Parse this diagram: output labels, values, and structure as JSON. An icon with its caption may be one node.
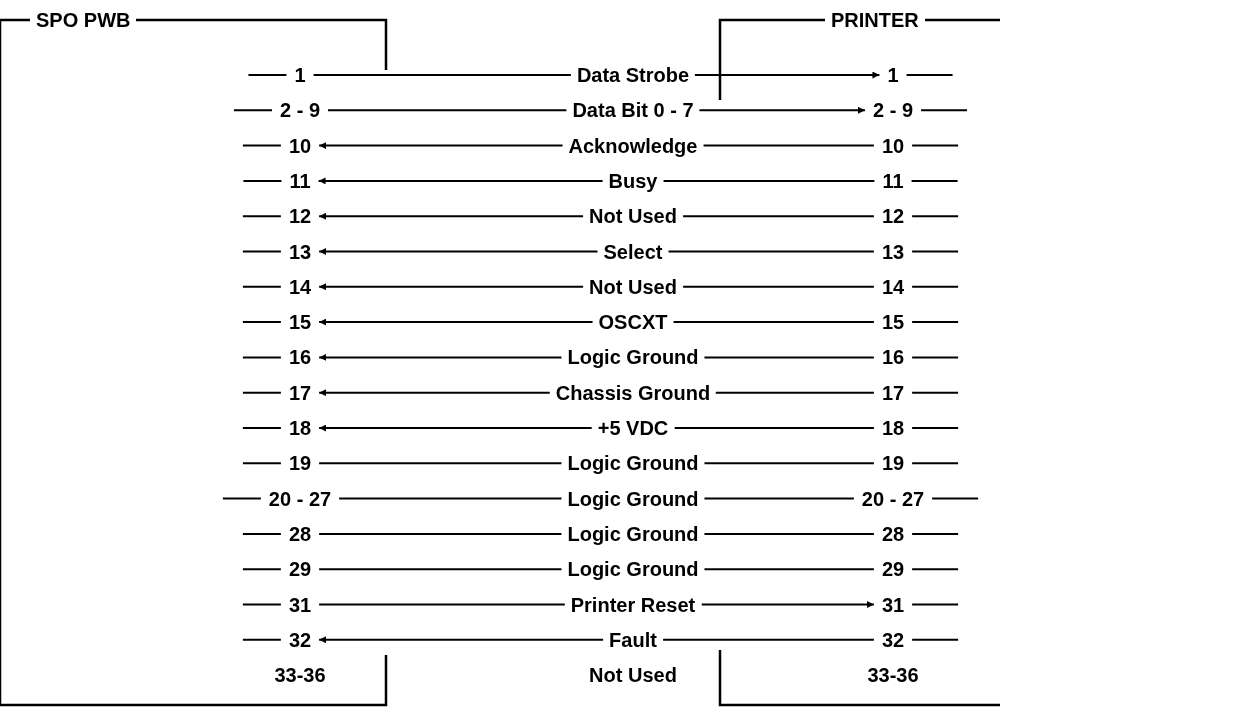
{
  "diagram": {
    "nodes": [
      {
        "text": [
          "SPO PWB"
        ]
      },
      {
        "text": [
          "PRINTER"
        ]
      },
      {
        "text": [
          "1"
        ],
        "in": 0
      },
      {
        "text": [
          "2 - 9"
        ],
        "in": 0
      },
      {
        "text": [
          "10"
        ],
        "in": 0
      },
      {
        "text": [
          "11"
        ],
        "in": 0
      },
      {
        "text": [
          "12"
        ],
        "in": 0
      },
      {
        "text": [
          "13"
        ],
        "in": 0
      },
      {
        "text": [
          "14"
        ],
        "in": 0
      },
      {
        "text": [
          "15"
        ],
        "in": 0
      },
      {
        "text": [
          "16"
        ],
        "in": 0
      },
      {
        "text": [
          "17"
        ],
        "in": 0
      },
      {
        "text": [
          "18"
        ],
        "in": 0
      },
      {
        "text": [
          "19"
        ],
        "in": 0
      },
      {
        "text": [
          "20 - 27"
        ],
        "in": 0
      },
      {
        "text": [
          "28"
        ],
        "in": 0
      },
      {
        "text": [
          "29"
        ],
        "in": 0
      },
      {
        "text": [
          "31"
        ],
        "in": 0
      },
      {
        "text": [
          "32"
        ],
        "in": 0
      },
      {
        "text": [
          "33-36"
        ],
        "in": 0
      },
      {
        "text": [
          "1"
        ],
        "in": 1
      },
      {
        "text": [
          "2 - 9"
        ],
        "in": 1
      },
      {
        "text": [
          "10"
        ],
        "in": 1
      },
      {
        "text": [
          "11"
        ],
        "in": 1
      },
      {
        "text": [
          "12"
        ],
        "in": 1
      },
      {
        "text": [
          "13"
        ],
        "in": 1
      },
      {
        "text": [
          "14"
        ],
        "in": 1
      },
      {
        "text": [
          "15"
        ],
        "in": 1
      },
      {
        "text": [
          "16"
        ],
        "in": 1
      },
      {
        "text": [
          "17"
        ],
        "in": 1
      },
      {
        "text": [
          "18"
        ],
        "in": 1
      },
      {
        "text": [
          "19"
        ],
        "in": 1
      },
      {
        "text": [
          "20 - 27"
        ],
        "in": 1
      },
      {
        "text": [
          "28"
        ],
        "in": 1
      },
      {
        "text": [
          "29"
        ],
        "in": 1
      },
      {
        "text": [
          "31"
        ],
        "in": 1
      },
      {
        "text": [
          "32"
        ],
        "in": 1
      },
      {
        "text": [
          "33-36"
        ],
        "in": 1
      }
    ],
    "edges": [
      {
        "from": 2,
        "to": 20,
        "arrow": "to",
        "label": "Data Strobe"
      },
      {
        "from": 3,
        "to": 21,
        "arrow": "to",
        "label": "Data Bit 0 - 7"
      },
      {
        "from": 22,
        "to": 4,
        "arrow": "to",
        "label": "Acknowledge"
      },
      {
        "from": 23,
        "to": 5,
        "arrow": "to",
        "label": "Busy"
      },
      {
        "from": 24,
        "to": 6,
        "arrow": "to",
        "label": "Not Used"
      },
      {
        "from": 25,
        "to": 7,
        "arrow": "to",
        "label": "Select"
      },
      {
        "from": 26,
        "to": 8,
        "arrow": "to",
        "label": "Not Used"
      },
      {
        "from": 27,
        "to": 9,
        "arrow": "to",
        "label": "OSCXT"
      },
      {
        "from": 28,
        "to": 10,
        "arrow": "to",
        "label": "Logic Ground"
      },
      {
        "from": 29,
        "to": 11,
        "arrow": "to",
        "label": "Chassis Ground"
      },
      {
        "from": 30,
        "to": 12,
        "arrow": "to",
        "label": "+5 VDC"
      },
      {
        "from": 13,
        "to": 31,
        "arrow": "none",
        "label": "Logic Ground"
      },
      {
        "from": 14,
        "to": 32,
        "arrow": "none",
        "label": "Logic Ground"
      },
      {
        "from": 15,
        "to": 33,
        "arrow": "none",
        "label": "Logic Ground"
      },
      {
        "from": 16,
        "to": 34,
        "arrow": "none",
        "label": "Logic Ground"
      },
      {
        "from": 17,
        "to": 35,
        "arrow": "to",
        "label": "Printer Reset"
      },
      {
        "from": 36,
        "to": 18,
        "arrow": "to",
        "label": "Fault"
      }
    ],
    "labels": [
      "Not Used"
    ]
  }
}
